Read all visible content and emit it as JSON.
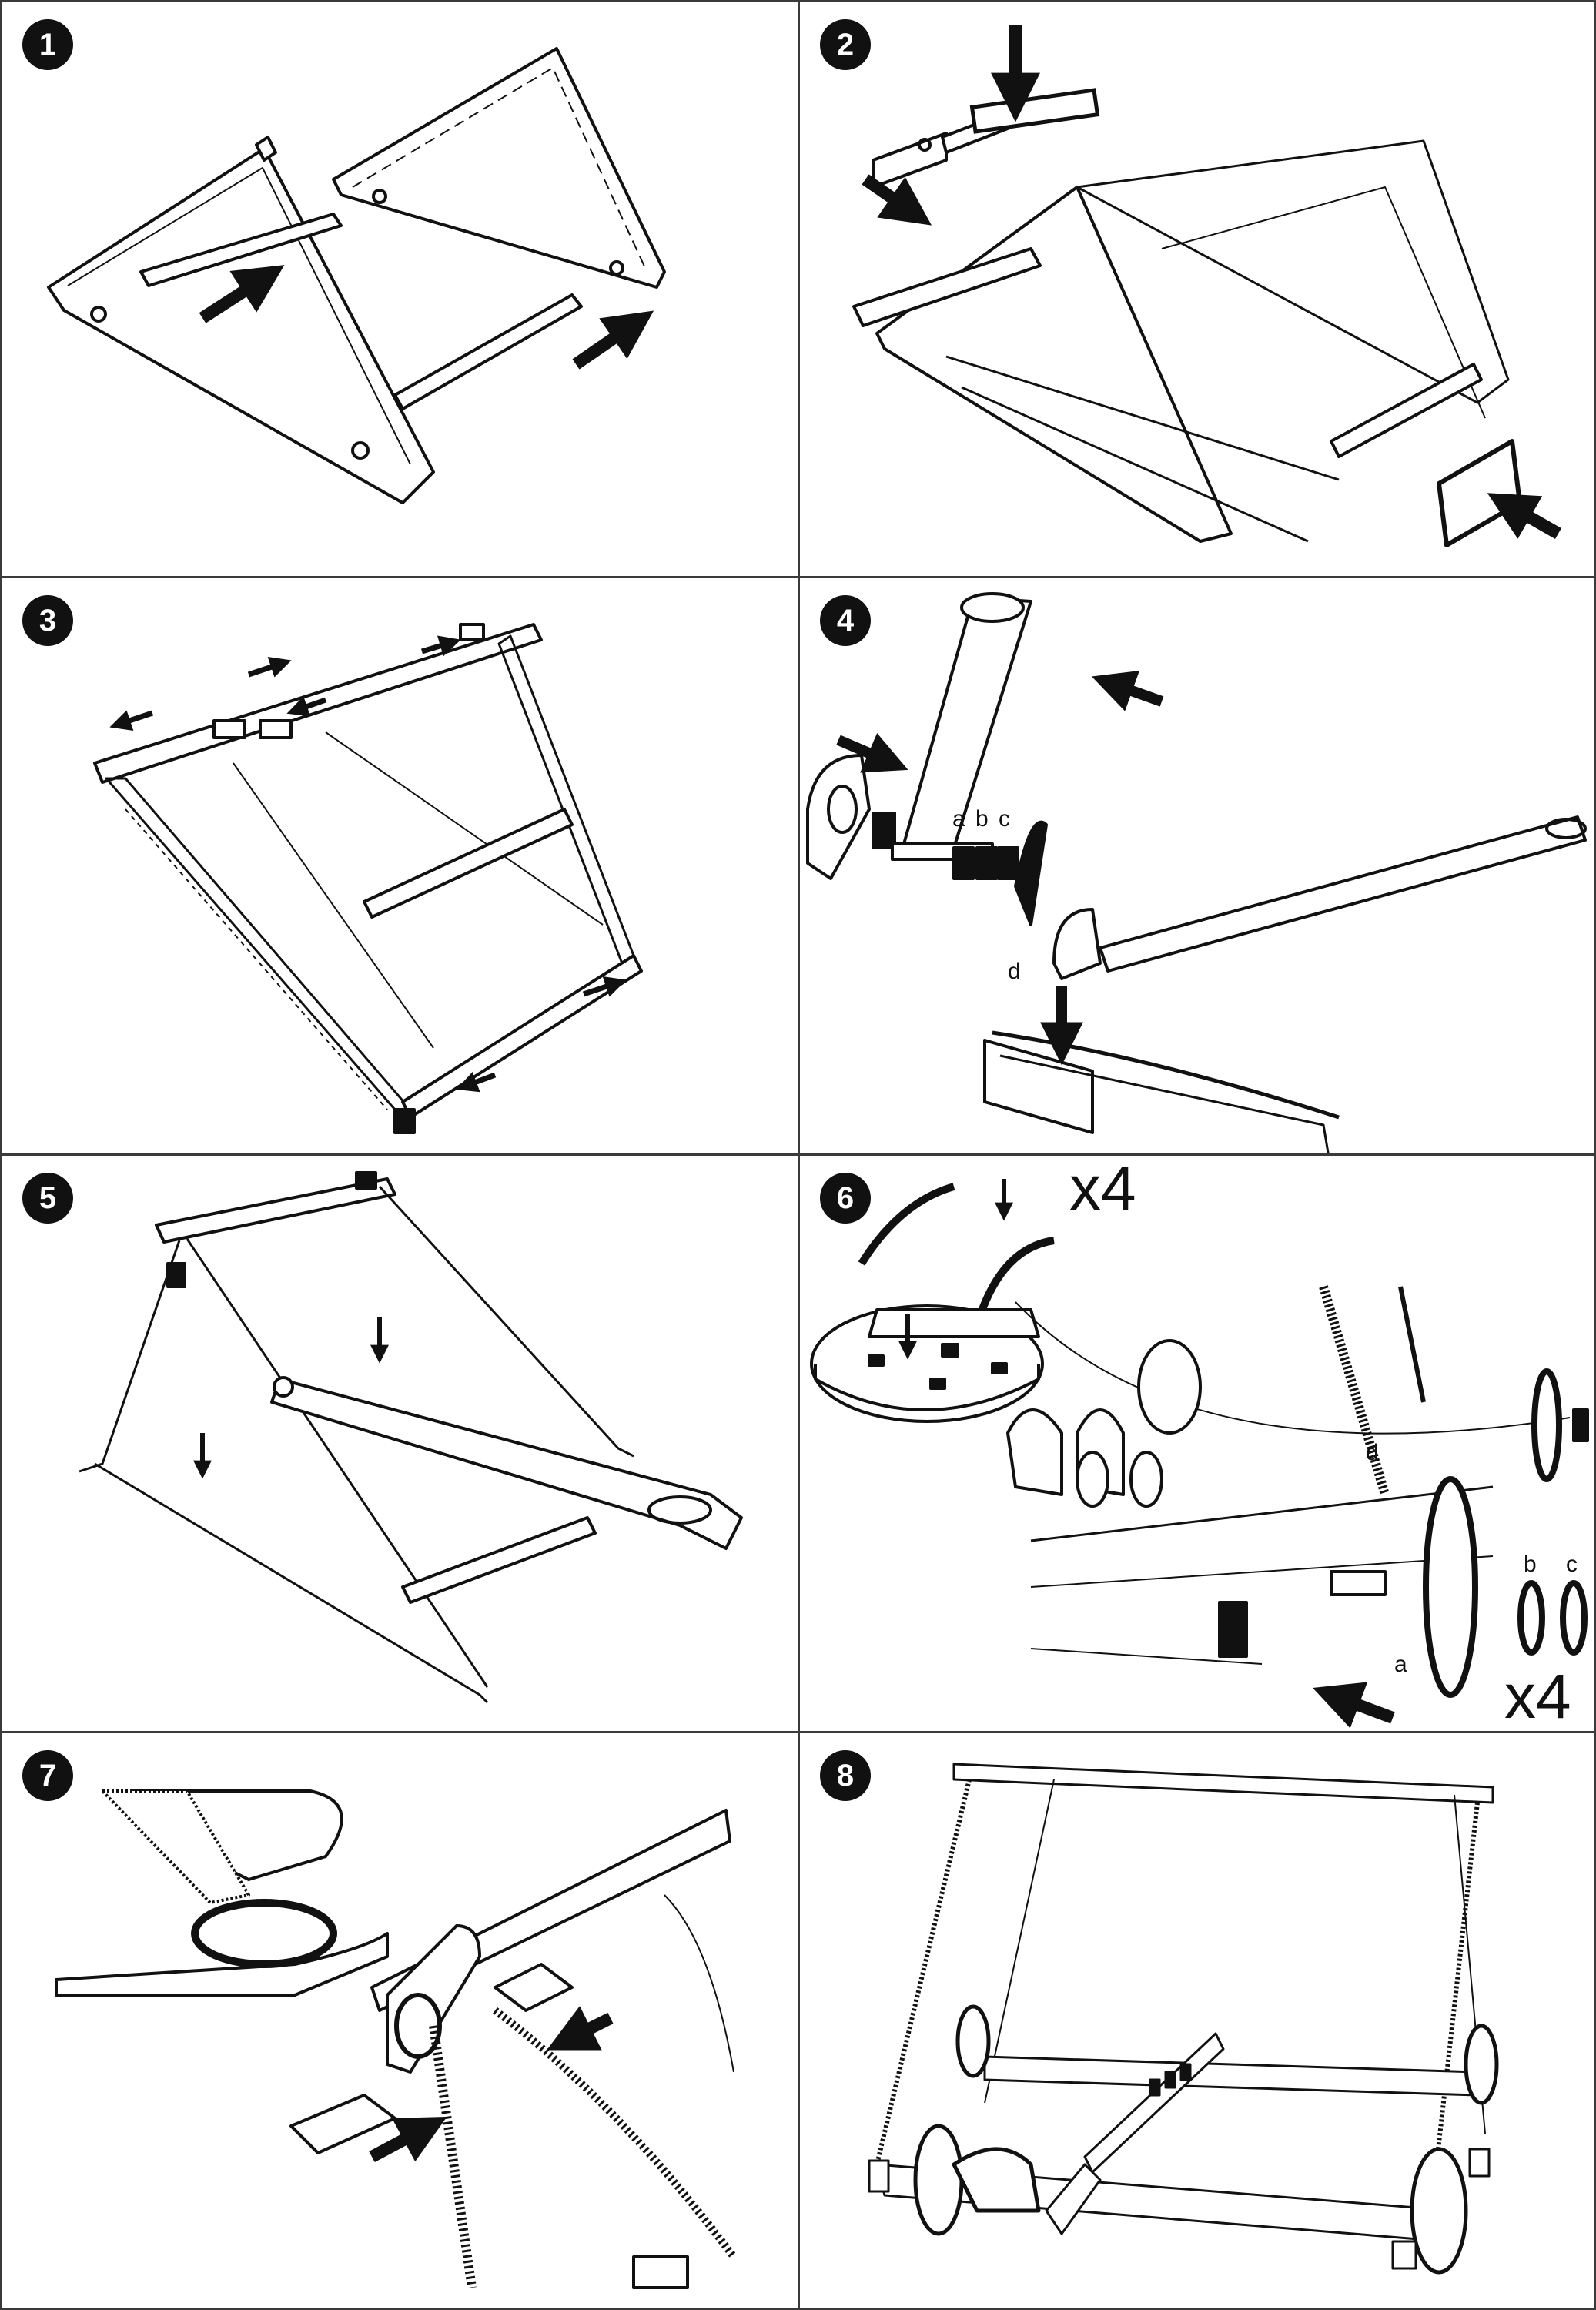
{
  "steps": [
    {
      "number": "1"
    },
    {
      "number": "2"
    },
    {
      "number": "3"
    },
    {
      "number": "4",
      "labels": [
        "a",
        "b",
        "c",
        "d"
      ]
    },
    {
      "number": "5"
    },
    {
      "number": "6",
      "multiplier_top": "x4",
      "multiplier_bottom": "x4",
      "labels": [
        "d",
        "a",
        "b",
        "c"
      ]
    },
    {
      "number": "7"
    },
    {
      "number": "8"
    }
  ],
  "colors": {
    "ink": "#111111",
    "frame": "#3a3a3a",
    "paper": "#ffffff"
  },
  "icons": [
    "step-number-badge",
    "assembly-arrow-icon"
  ]
}
